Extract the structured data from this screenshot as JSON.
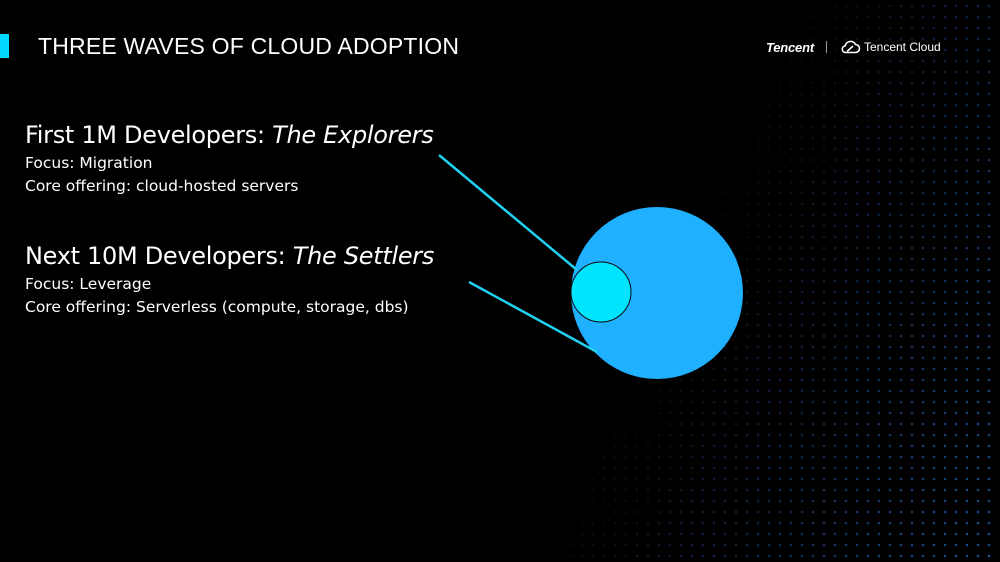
{
  "slide": {
    "title": "THREE WAVES OF CLOUD ADOPTION"
  },
  "brand": {
    "tencent": "Tencent",
    "cloud": "Tencent Cloud",
    "cloud_icon": "cloud-icon"
  },
  "waves": [
    {
      "heading_prefix": "First 1M Developers: ",
      "persona": "The Explorers",
      "focus": "Focus: Migration",
      "core": "Core offering: cloud-hosted servers"
    },
    {
      "heading_prefix": "Next 10M Developers: ",
      "persona": "The Settlers",
      "focus": "Focus: Leverage",
      "core": "Core offering: Serverless (compute, storage, dbs)"
    }
  ],
  "colors": {
    "background": "#000000",
    "accent": "#00D8FF",
    "large_circle": "#1FB0FF",
    "small_circle": "#00E5FF",
    "connector": "#1FD0F0",
    "dots": "#1F5FB0",
    "text": "#FFFFFF"
  }
}
